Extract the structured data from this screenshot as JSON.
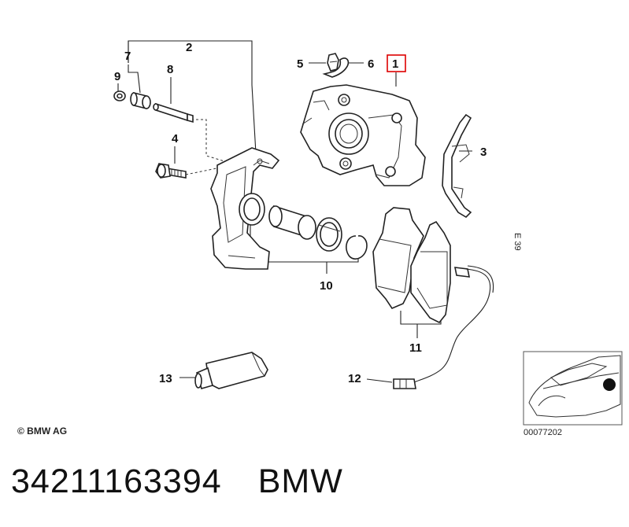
{
  "callouts": {
    "c1": "1",
    "c2": "2",
    "c3": "3",
    "c4": "4",
    "c5": "5",
    "c6": "6",
    "c7": "7",
    "c8": "8",
    "c9": "9",
    "c10": "10",
    "c11": "11",
    "c12": "12",
    "c13": "13"
  },
  "highlight_color": "#d00000",
  "side_label": "E 39",
  "inset_code": "00077202",
  "copyright": "© BMW AG",
  "part_number": "34211163394",
  "brand": "BMW"
}
